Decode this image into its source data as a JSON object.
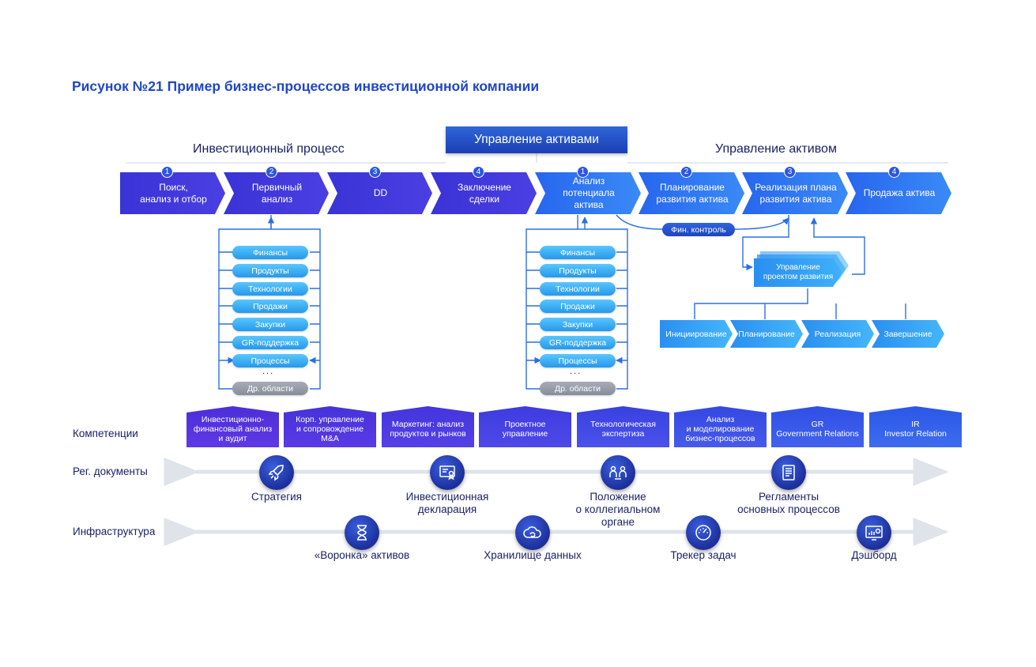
{
  "title": "Рисунок №21 Пример бизнес-процессов инвестиционной компании",
  "top_box": "Управление активами",
  "headers": {
    "left": "Инвестиционный процесс",
    "right": "Управление активом"
  },
  "invest_steps": [
    {
      "num": "1",
      "label": "Поиск,\nанализ и отбор"
    },
    {
      "num": "2",
      "label": "Первичный\nанализ"
    },
    {
      "num": "3",
      "label": "DD"
    },
    {
      "num": "4",
      "label": "Заключение\nсделки"
    }
  ],
  "asset_steps": [
    {
      "num": "1",
      "label": "Анализ\nпотенциала актива"
    },
    {
      "num": "2",
      "label": "Планирование\nразвития актива"
    },
    {
      "num": "3",
      "label": "Реализация плана\nразвития актива"
    },
    {
      "num": "4",
      "label": "Продажа актива"
    }
  ],
  "areas": [
    "Финансы",
    "Продукты",
    "Технологии",
    "Продажи",
    "Закупки",
    "GR-поддержка",
    "Процессы"
  ],
  "dots": "...",
  "other_areas": "Др. области",
  "fin_control": "Фин. контроль",
  "project_mgmt": "Управление\nпроектом развития",
  "phases": [
    "Инициирование",
    "Планирование",
    "Реализация",
    "Завершение"
  ],
  "rows": {
    "competencies": "Компетенции",
    "reg_docs": "Рег. документы",
    "infrastructure": "Инфраструктура"
  },
  "competencies": [
    "Инвестиционно-\nфинансовый анализ\nи аудит",
    "Корп. управление\nи сопровождение\nM&A",
    "Маркетинг: анализ\nпродуктов и рынков",
    "Проектное\nуправление",
    "Технологическая\nэкспертиза",
    "Анализ\nи моделирование\nбизнес-процессов",
    "GR\nGovernment Relations",
    "IR\nInvestor Relation"
  ],
  "reg_docs": [
    {
      "icon": "rocket-icon",
      "label": "Стратегия"
    },
    {
      "icon": "certificate-icon",
      "label": "Инвестиционная\nдекларация"
    },
    {
      "icon": "team-icon",
      "label": "Положение\nо коллегиальном\nоргане"
    },
    {
      "icon": "document-list-icon",
      "label": "Регламенты\nосновных процессов"
    }
  ],
  "infrastructure": [
    {
      "icon": "hourglass-icon",
      "label": "«Воронка» активов"
    },
    {
      "icon": "cloud-sync-icon",
      "label": "Хранилище данных"
    },
    {
      "icon": "speedometer-icon",
      "label": "Трекер задач"
    },
    {
      "icon": "dashboard-icon",
      "label": "Дэшборд"
    }
  ],
  "colors": {
    "title": "#1f46c8",
    "dark_navy": "#1a2266",
    "invest_chevron": "#3a33d6",
    "asset_chevron": "#2766ee",
    "pill": "#2598ea",
    "icon_circle": "#1c2f9a"
  }
}
